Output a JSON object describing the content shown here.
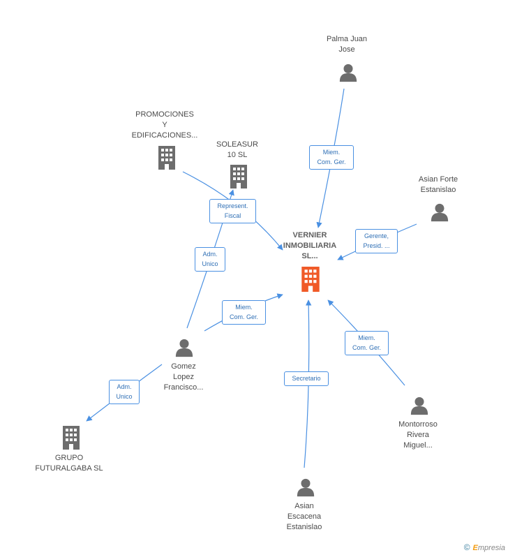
{
  "colors": {
    "edge": "#4a90e2",
    "person": "#6d6d6d",
    "company": "#6d6d6d",
    "main_company": "#f05a28"
  },
  "nodes": {
    "palma": {
      "label": "Palma Juan\nJose",
      "type": "person"
    },
    "promociones": {
      "label": "PROMOCIONES\nY\nEDIFICACIONES...",
      "type": "company"
    },
    "soleasur": {
      "label": "SOLEASUR\n10 SL",
      "type": "company"
    },
    "asian_forte": {
      "label": "Asian Forte\nEstanislao",
      "type": "person"
    },
    "vernier": {
      "label": "VERNIER\nINMOBILIARIA\nSL...",
      "type": "main_company"
    },
    "gomez": {
      "label": "Gomez\nLopez\nFrancisco...",
      "type": "person"
    },
    "grupo": {
      "label": "GRUPO\nFUTURALGABA SL",
      "type": "company"
    },
    "montorroso": {
      "label": "Montorroso\nRivera\nMiguel...",
      "type": "person"
    },
    "asian_escacena": {
      "label": "Asian\nEscacena\nEstanislao",
      "type": "person"
    }
  },
  "edges": {
    "palma_vernier": "Miem.\nCom. Ger.",
    "asian_forte_vernier": "Gerente,\nPresid. ...",
    "promociones_vernier": "Represent.\nFiscal",
    "gomez_soleasur": "Adm.\nUnico",
    "gomez_vernier": "Miem.\nCom. Ger.",
    "montorroso_vernier": "Miem.\nCom. Ger.",
    "escacena_vernier": "Secretario",
    "gomez_grupo": "Adm.\nUnico"
  },
  "footer": {
    "copyright": "©",
    "brand_initial": "E",
    "brand_rest": "mpresia"
  }
}
